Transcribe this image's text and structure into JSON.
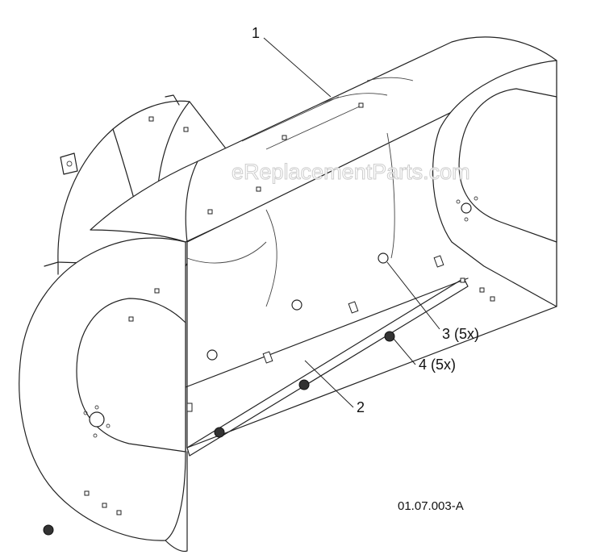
{
  "watermark": "eReplacementParts.com",
  "drawing_number": "01.07.003-A",
  "callouts": [
    {
      "id": "1",
      "text": "1"
    },
    {
      "id": "2",
      "text": "2"
    },
    {
      "id": "3",
      "text": "3 (5x)"
    },
    {
      "id": "4",
      "text": "4 (5x)"
    }
  ]
}
